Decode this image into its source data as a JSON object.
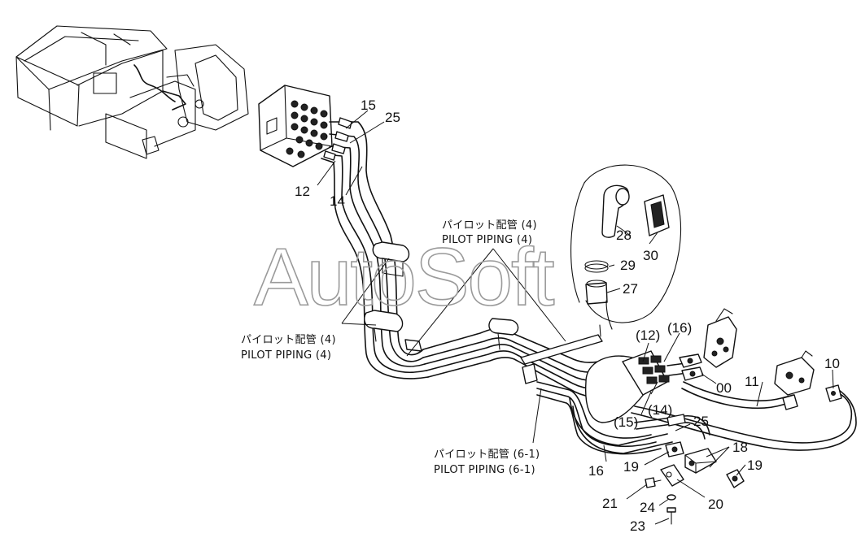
{
  "watermark": "AutoSoft",
  "notes": {
    "pilot_4_jp": "パイロット配管 (4)",
    "pilot_4_en": "PILOT PIPING (4)",
    "pilot_6_1_jp": "パイロット配管 (6-1)",
    "pilot_6_1_en": "PILOT PIPING (6-1)"
  },
  "callouts": {
    "p10": "10",
    "p11": "11",
    "p12": "12",
    "p14": "14",
    "p15": "15",
    "p16": "16",
    "p18": "18",
    "p19a": "19",
    "p19b": "19",
    "p20": "20",
    "p21": "21",
    "p23": "23",
    "p24": "24",
    "p25a": "25",
    "p25b": "25",
    "p27": "27",
    "p28": "28",
    "p29": "29",
    "p30": "30",
    "p00": "00",
    "p12r": "(12)",
    "p14r": "(14)",
    "p15r": "(15)",
    "p16r": "(16)"
  }
}
